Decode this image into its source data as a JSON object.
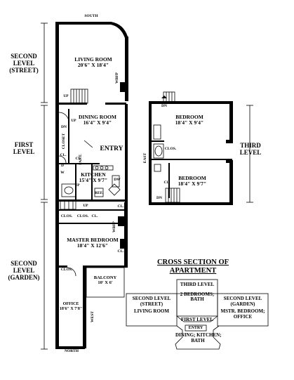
{
  "compass": {
    "south": "South",
    "north": "North",
    "east": "East",
    "west": "West"
  },
  "left_labels": {
    "second_level_street": {
      "line1": "Second",
      "line2": "Level",
      "line3": "(Street)"
    },
    "first_level": {
      "line1": "First",
      "line2": "Level"
    },
    "second_level_garden": {
      "line1": "Second",
      "line2": "Level",
      "line3": "(Garden)"
    }
  },
  "third_level_label": {
    "line1": "Third",
    "line2": "Level"
  },
  "rooms": {
    "living_room": {
      "name": "Living Room",
      "size": "20'6\" x 18'4\""
    },
    "dining_room": {
      "name": "Dining Room",
      "size": "16'4\" x 9'4\""
    },
    "kitchen": {
      "name": "Kitchen",
      "size": "15'4\" x 9'7\""
    },
    "master_bedroom": {
      "name": "Master Bedroom",
      "size": "18'4\" x 12'6\""
    },
    "office": {
      "name": "Office",
      "size": "18'6\" x 7'8\""
    },
    "balcony": {
      "name": "Balcony",
      "size": "10' x 6'"
    },
    "bedroom_upper": {
      "name": "Bedroom",
      "size": "18'4\" x 9'4\""
    },
    "bedroom_lower": {
      "name": "Bedroom",
      "size": "18'4\" x 9'7\""
    }
  },
  "entry": "Entry",
  "fixtures": {
    "up": "Up",
    "dn": "Dn",
    "closet": "Closet",
    "clos": "Clos.",
    "cl": "Cl.",
    "wbfp": "WBFP",
    "d": "D",
    "w": "W",
    "dw": "DW",
    "ref": "Ref.",
    "pant": "Pant."
  },
  "cross_section": {
    "title_line1": "Cross Section of",
    "title_line2": "Apartment",
    "third_level": {
      "title": "Third Level",
      "line1": "2 Bedrooms;",
      "line2": "Bath"
    },
    "second_level_street": {
      "title_line1": "Second Level",
      "title_line2": "(Street)",
      "content": "Living Room"
    },
    "second_level_garden": {
      "title_line1": "Second Level",
      "title_line2": "(Garden)",
      "content_line1": "Mstr. Bedroom;",
      "content_line2": "Office"
    },
    "first_level": {
      "title": "First Level",
      "entry": "Entry",
      "line1": "Dining; Kitchen;",
      "line2": "Bath"
    }
  }
}
